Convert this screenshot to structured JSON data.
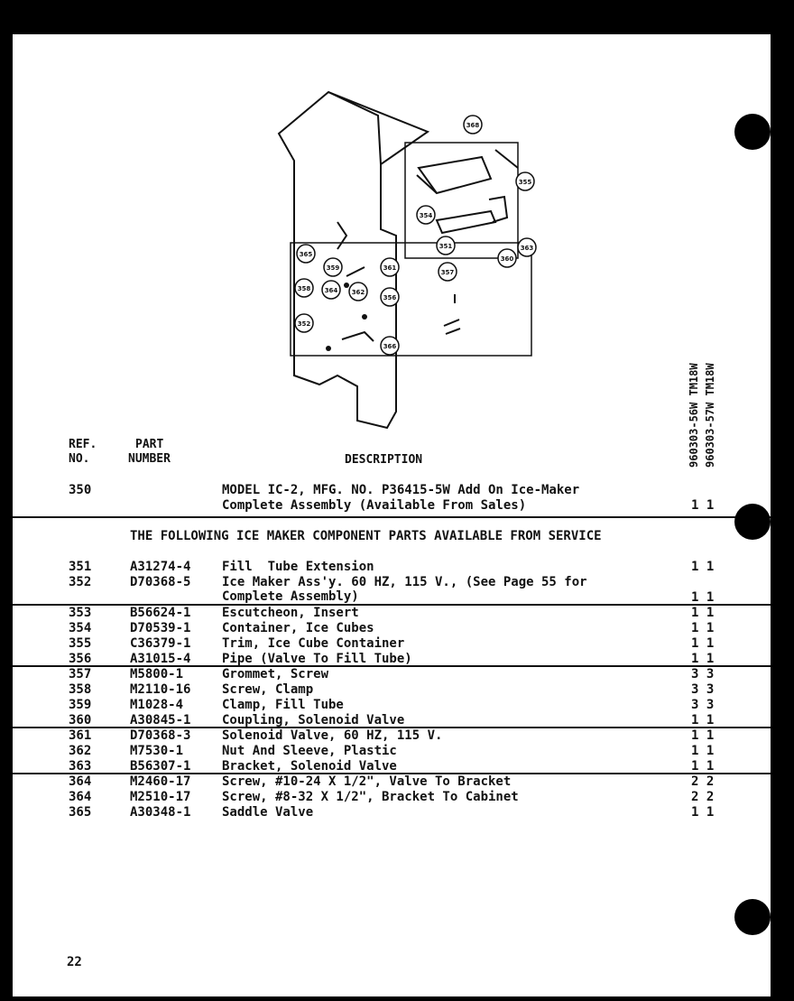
{
  "models": [
    "960303-56W TM18W",
    "960303-57W TM18W"
  ],
  "header": {
    "ref_line1": "REF.",
    "ref_line2": "NO.",
    "part_line1": "PART",
    "part_line2": "NUMBER",
    "description": "DESCRIPTION"
  },
  "diagram": {
    "callouts": [
      "368",
      "355",
      "354",
      "351",
      "363",
      "360",
      "361",
      "365",
      "359",
      "357",
      "358",
      "362",
      "364",
      "356",
      "352",
      "366"
    ]
  },
  "rows": [
    {
      "ref": "350",
      "part": "",
      "desc1": "MODEL IC-2, MFG. NO. P36415-5W Add On Ice-Maker",
      "desc2": "Complete Assembly (Available From Sales)",
      "qty": "1 1"
    },
    {
      "ref": "351",
      "part": "A31274-4",
      "desc1": "Fill  Tube Extension",
      "desc2": "",
      "qty": "1 1"
    },
    {
      "ref": "352",
      "part": "D70368-5",
      "desc1": "Ice Maker Ass'y. 60 HZ, 115 V., (See Page 55 for",
      "desc2": "Complete Assembly)",
      "qty": "1 1"
    },
    {
      "ref": "353",
      "part": "B56624-1",
      "desc1": "Escutcheon, Insert",
      "desc2": "",
      "qty": "1 1"
    },
    {
      "ref": "354",
      "part": "D70539-1",
      "desc1": "Container, Ice Cubes",
      "desc2": "",
      "qty": "1 1"
    },
    {
      "ref": "355",
      "part": "C36379-1",
      "desc1": "Trim, Ice Cube Container",
      "desc2": "",
      "qty": "1 1"
    },
    {
      "ref": "356",
      "part": "A31015-4",
      "desc1": "Pipe (Valve To Fill Tube)",
      "desc2": "",
      "qty": "1 1"
    },
    {
      "ref": "357",
      "part": "M5800-1",
      "desc1": "Grommet, Screw",
      "desc2": "",
      "qty": "3 3"
    },
    {
      "ref": "358",
      "part": "M2110-16",
      "desc1": "Screw, Clamp",
      "desc2": "",
      "qty": "3 3"
    },
    {
      "ref": "359",
      "part": "M1028-4",
      "desc1": "Clamp, Fill Tube",
      "desc2": "",
      "qty": "3 3"
    },
    {
      "ref": "360",
      "part": "A30845-1",
      "desc1": "Coupling, Solenoid Valve",
      "desc2": "",
      "qty": "1 1"
    },
    {
      "ref": "361",
      "part": "D70368-3",
      "desc1": "Solenoid Valve, 60 HZ, 115 V.",
      "desc2": "",
      "qty": "1 1"
    },
    {
      "ref": "362",
      "part": "M7530-1",
      "desc1": "Nut And Sleeve, Plastic",
      "desc2": "",
      "qty": "1 1"
    },
    {
      "ref": "363",
      "part": "B56307-1",
      "desc1": "Bracket, Solenoid Valve",
      "desc2": "",
      "qty": "1 1"
    },
    {
      "ref": "364",
      "part": "M2460-17",
      "desc1": "Screw, #10-24 X 1/2\", Valve To Bracket",
      "desc2": "",
      "qty": "2 2"
    },
    {
      "ref": "364",
      "part": "M2510-17",
      "desc1": "Screw, #8-32 X 1/2\", Bracket To Cabinet",
      "desc2": "",
      "qty": "2 2"
    },
    {
      "ref": "365",
      "part": "A30348-1",
      "desc1": "Saddle Valve",
      "desc2": "",
      "qty": "1 1"
    }
  ],
  "service_banner": "THE FOLLOWING ICE MAKER COMPONENT PARTS AVAILABLE FROM SERVICE",
  "page_number": "22"
}
